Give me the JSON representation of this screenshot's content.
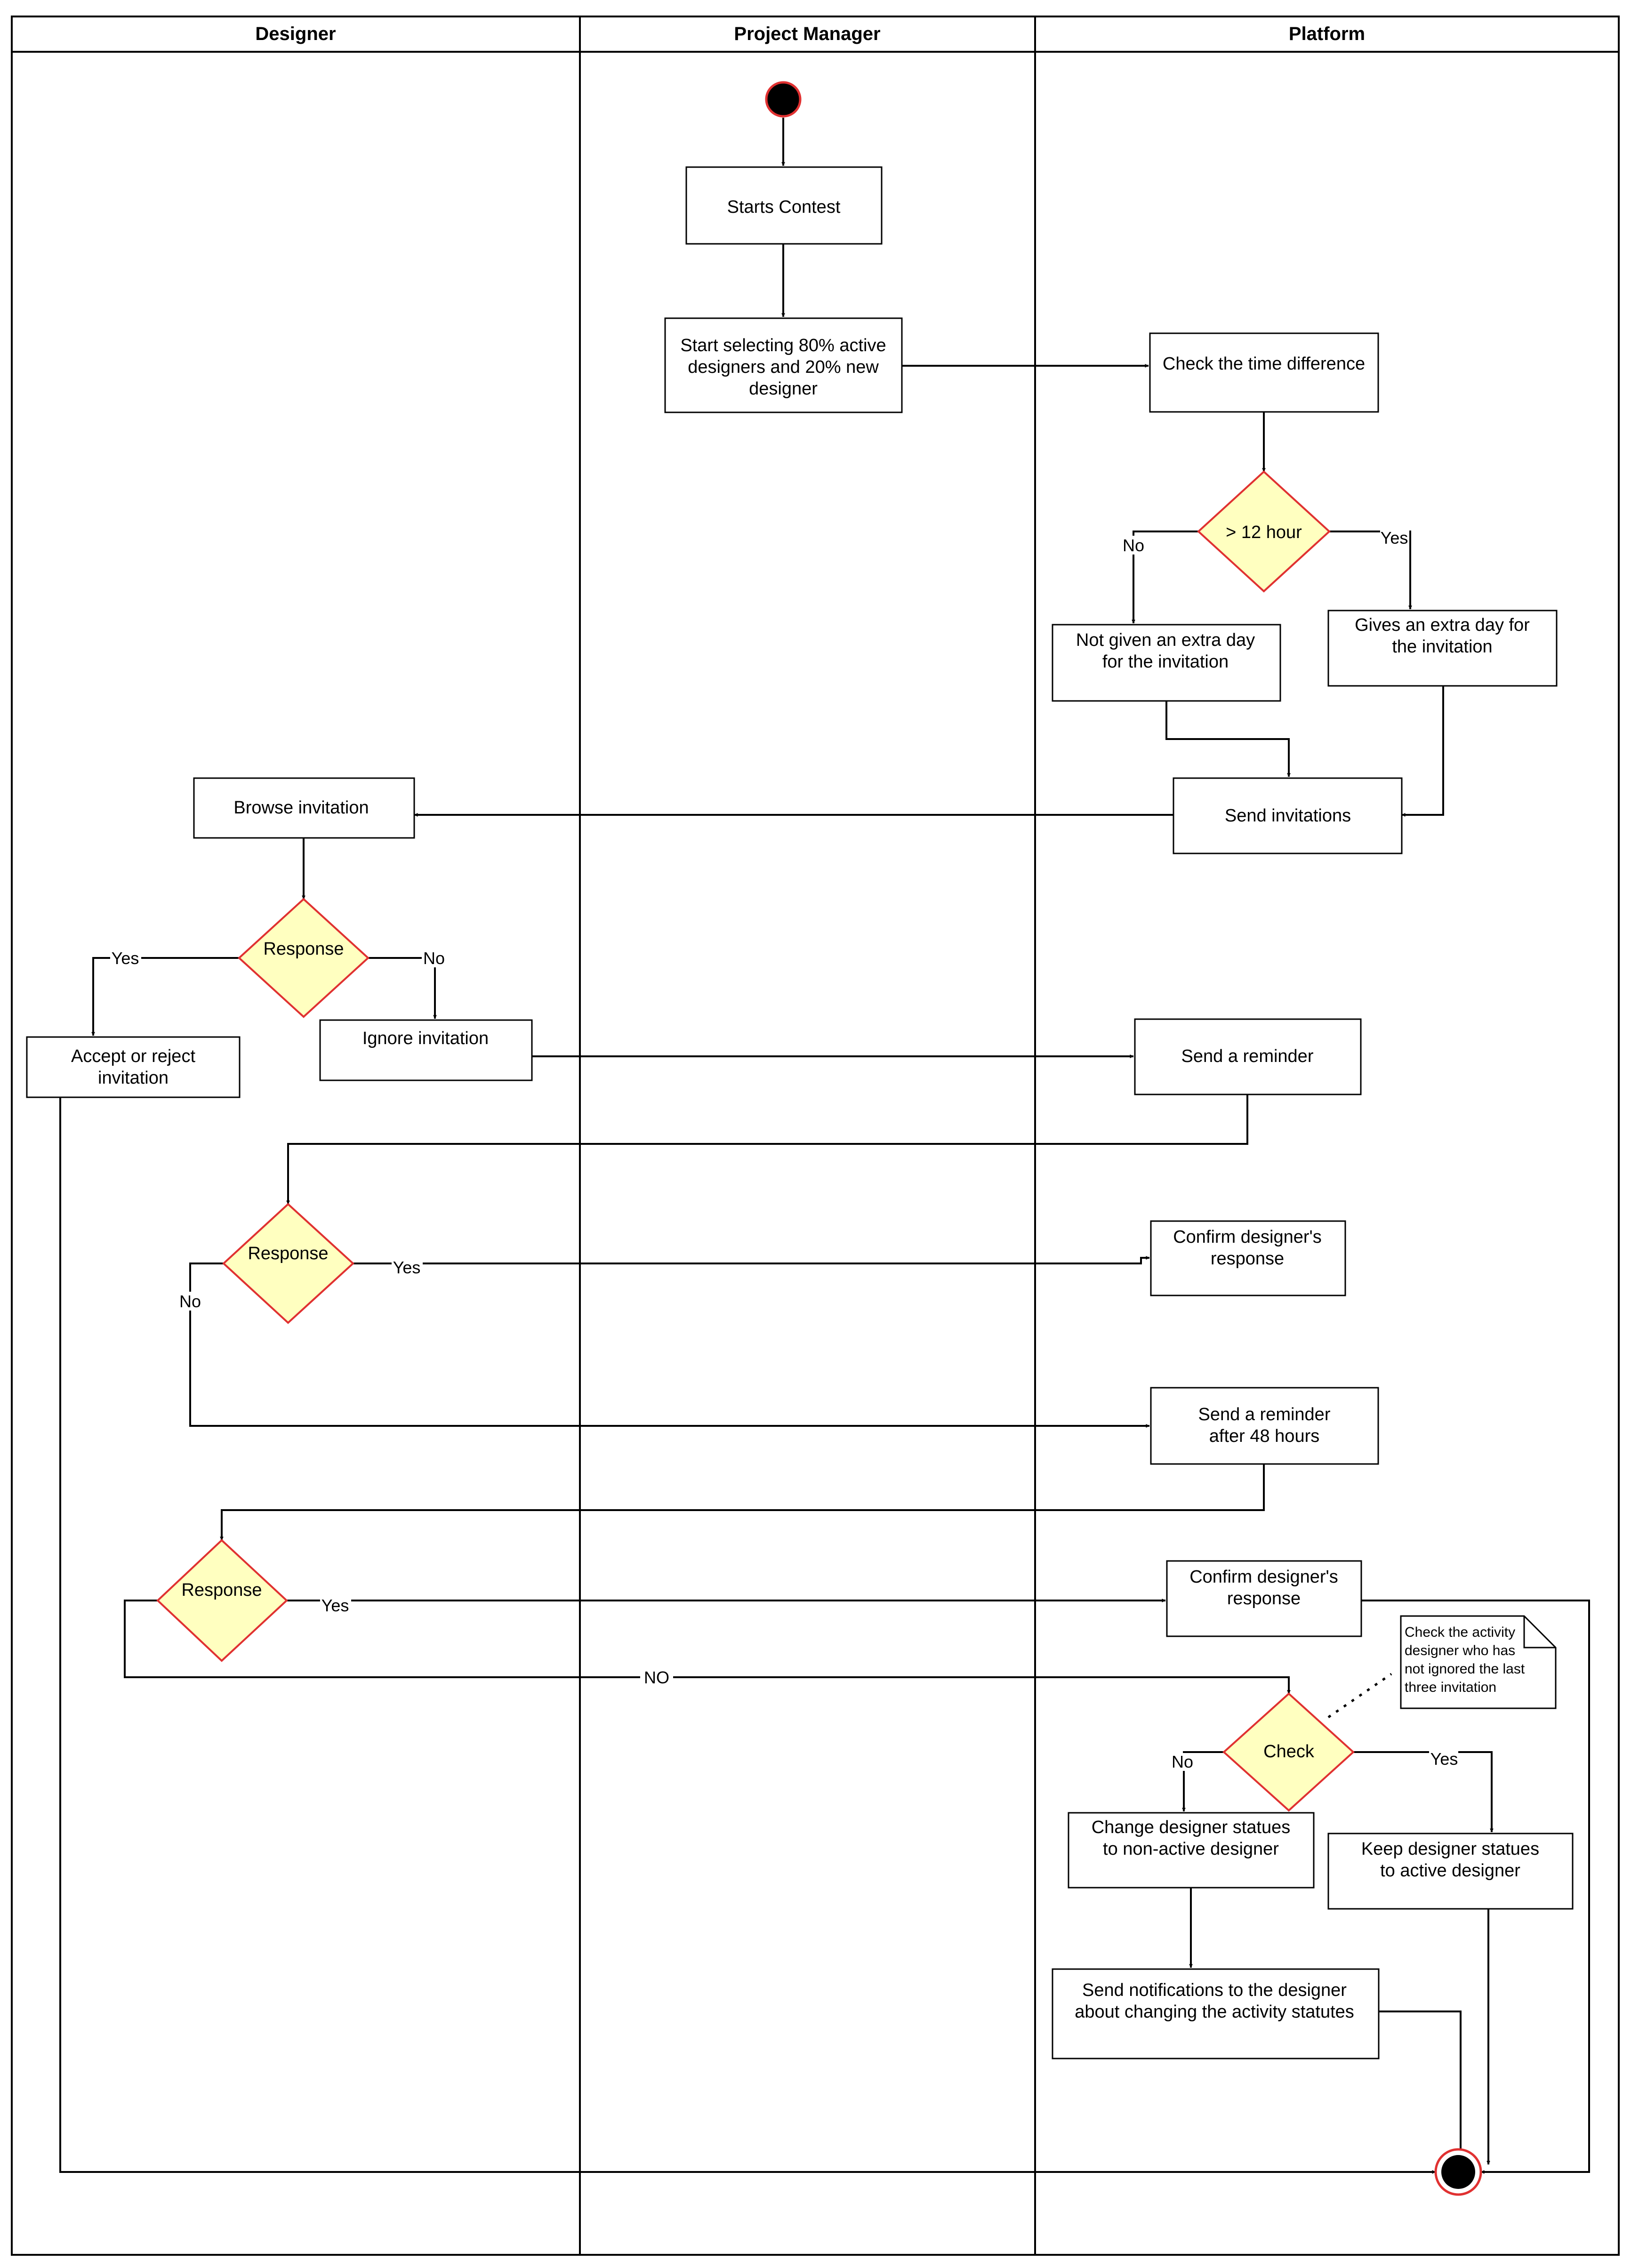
{
  "lanes": [
    "Designer",
    "Project Manager",
    "Platform"
  ],
  "nodes": {
    "start_contest": [
      "Starts Contest"
    ],
    "select_designers": [
      "Start selecting 80% active",
      "designers and 20% new",
      "designer"
    ],
    "check_time": [
      "Check the time difference"
    ],
    "decision_12h": [
      "> 12 hour"
    ],
    "not_given_extra_day": [
      "Not given an extra day",
      "for the invitation"
    ],
    "gives_extra_day": [
      "Gives an extra day for",
      "the invitation"
    ],
    "send_invitations": [
      "Send invitations"
    ],
    "browse_invitation": [
      "Browse invitation"
    ],
    "response_1": [
      "Response"
    ],
    "accept_or_reject": [
      "Accept or reject",
      "invitation"
    ],
    "ignore_invitation": [
      "Ignore invitation"
    ],
    "send_reminder": [
      "Send a reminder"
    ],
    "response_2": [
      "Response"
    ],
    "confirm_response_1": [
      "Confirm designer's",
      "response"
    ],
    "send_reminder_48h": [
      "Send a reminder",
      "after 48 hours"
    ],
    "response_3": [
      "Response"
    ],
    "confirm_response_2": [
      "Confirm designer's",
      "response"
    ],
    "check": [
      "Check"
    ],
    "change_non_active": [
      "Change designer statues",
      "to non-active designer"
    ],
    "keep_active": [
      "Keep designer statues",
      "to active designer"
    ],
    "send_notifications": [
      "Send notifications to the designer",
      "about changing the activity statutes"
    ]
  },
  "note": [
    "Check the activity",
    "designer who has",
    "not ignored the last",
    "three invitation"
  ],
  "edge_labels": {
    "d12_no": "No",
    "d12_yes": "Yes",
    "r1_yes": "Yes",
    "r1_no": "No",
    "r2_yes": "Yes",
    "r2_no": "No",
    "r3_yes": "Yes",
    "r3_no": "NO",
    "check_no": "No",
    "check_yes": "Yes"
  },
  "colors": {
    "decision_fill": "#ffffc0",
    "decision_stroke": "#e03131",
    "start_fill": "#000000",
    "start_stroke": "#e03131"
  }
}
